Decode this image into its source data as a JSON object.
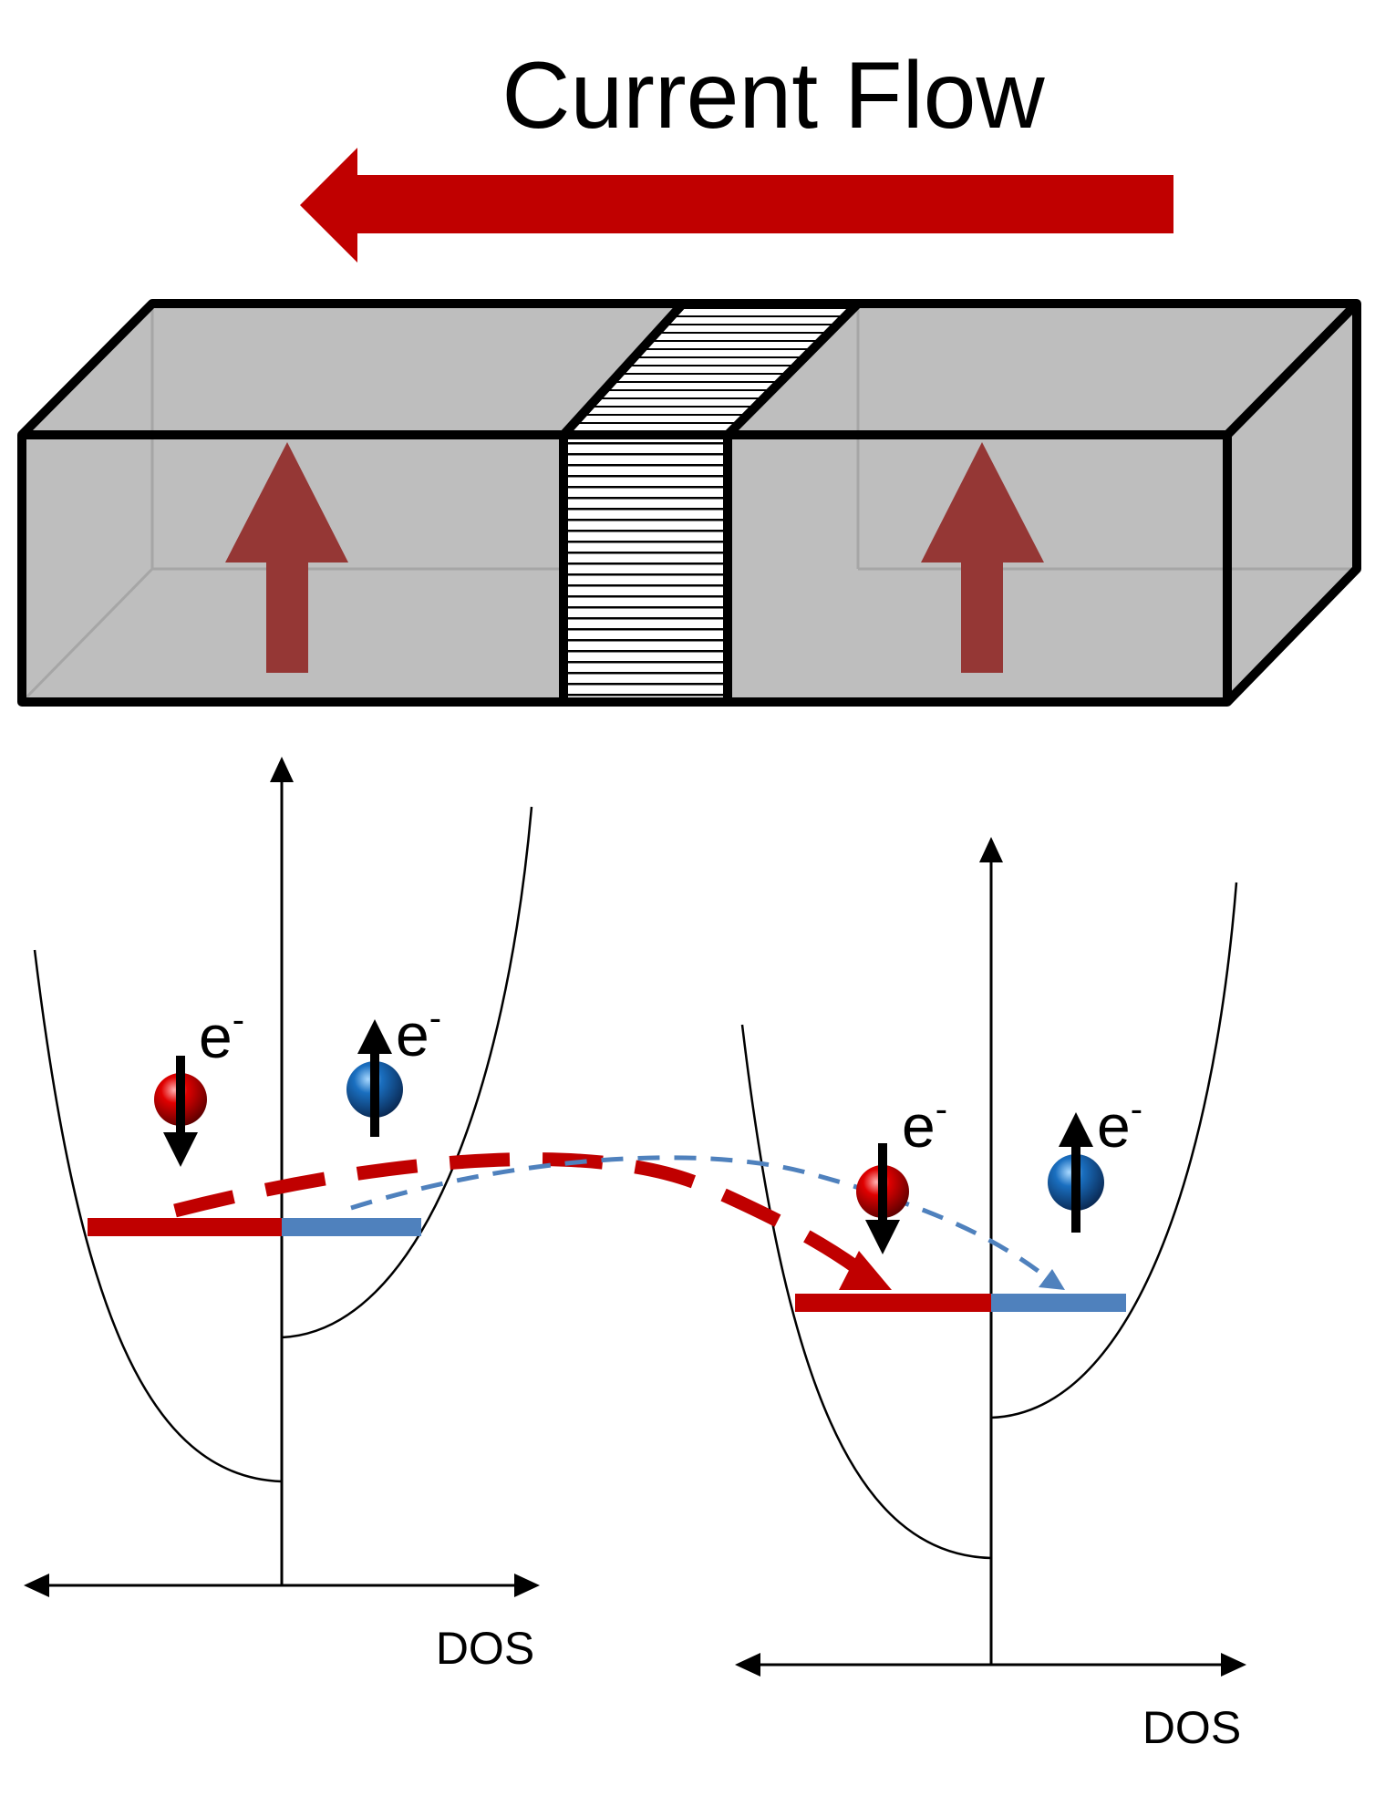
{
  "title": "Current Flow",
  "left_dos": {
    "axis_label": "DOS"
  },
  "right_dos": {
    "axis_label": "DOS"
  },
  "electron": {
    "symbol": "e",
    "charge": "-"
  },
  "colors": {
    "current_arrow": "#c00000",
    "magnetization_arrow": "#953735",
    "block_fill": "#bebebe",
    "spin_down": "#c00000",
    "spin_up": "#4f81bd"
  }
}
